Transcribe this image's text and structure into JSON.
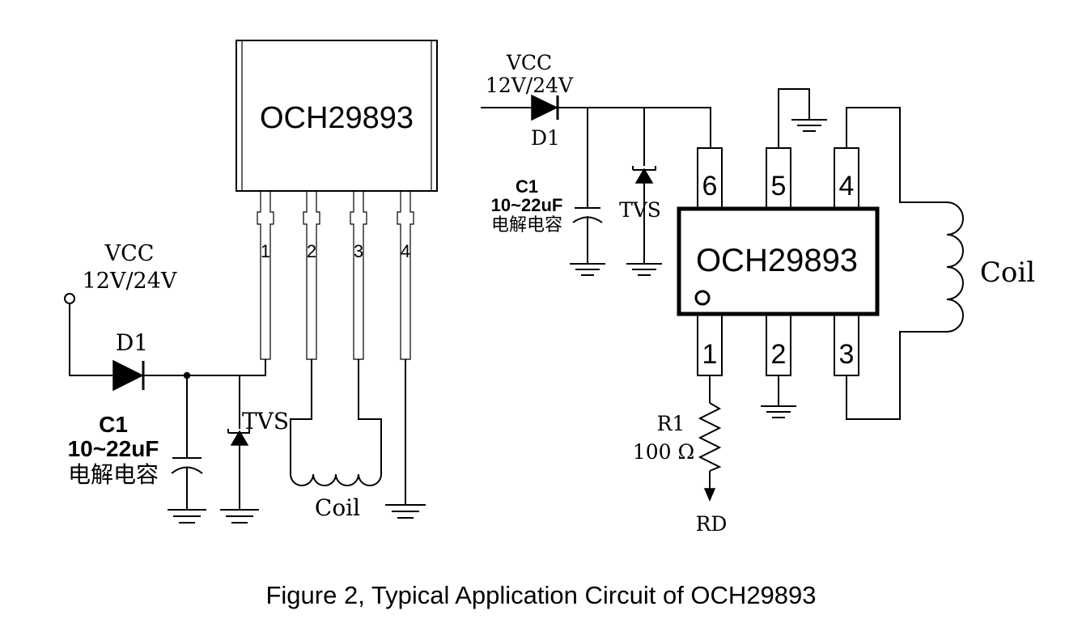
{
  "caption": "Figure 2, Typical Application Circuit of OCH29893",
  "left_circuit": {
    "ic_label": "OCH29893",
    "pins": [
      "1",
      "2",
      "3",
      "4"
    ],
    "supply_label": "VCC",
    "supply_voltage": "12V/24V",
    "diode_label": "D1",
    "cap_name": "C1",
    "cap_value": "10~22uF",
    "cap_type": "电解电容",
    "tvs_label": "TVS",
    "coil_label": "Coil"
  },
  "right_circuit": {
    "ic_label": "OCH29893",
    "pins_top": [
      "6",
      "5",
      "4"
    ],
    "pins_bottom": [
      "1",
      "2",
      "3"
    ],
    "supply_label": "VCC",
    "supply_voltage": "12V/24V",
    "diode_label": "D1",
    "cap_name": "C1",
    "cap_value": "10~22uF",
    "cap_type": "电解电容",
    "tvs_label": "TVS",
    "coil_label": "Coil",
    "resistor_name": "R1",
    "resistor_value": "100 Ω",
    "output_label": "RD"
  }
}
